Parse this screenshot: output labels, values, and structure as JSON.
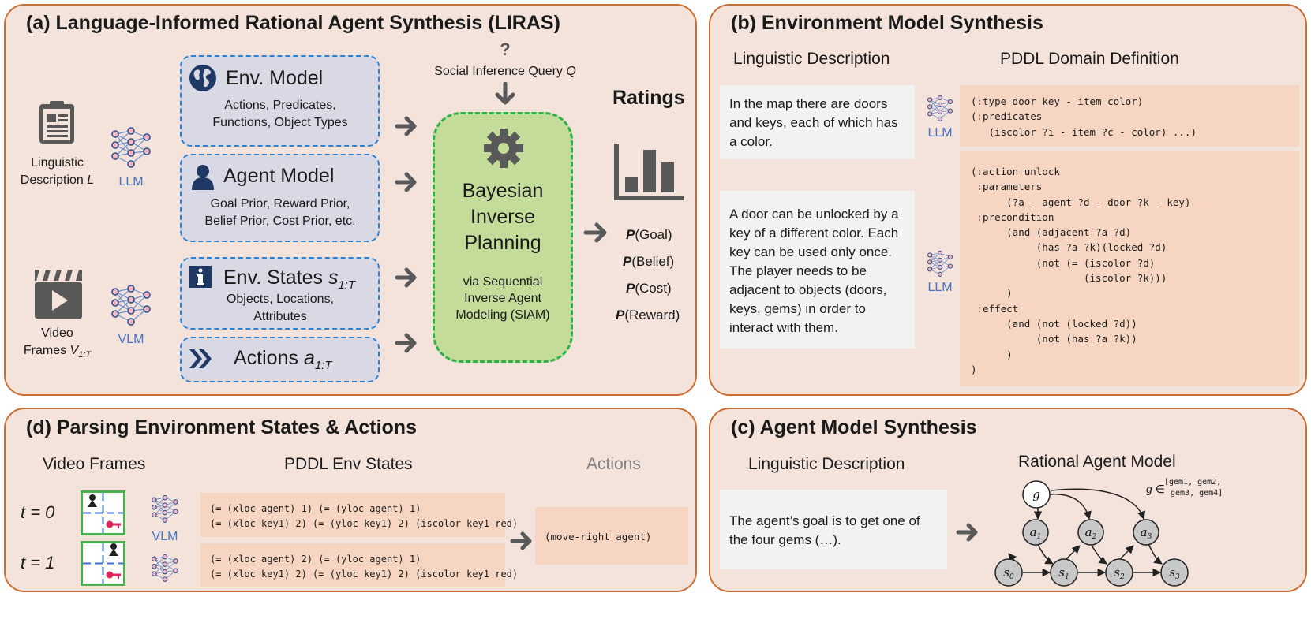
{
  "panels": {
    "a": {
      "title": "(a) Language-Informed Rational Agent Synthesis (LIRAS)",
      "linguistic_label": "Linguistic",
      "linguistic_label2": "Description L",
      "video_label": "Video",
      "video_label2": "Frames V1:T",
      "llm": "LLM",
      "vlm": "VLM",
      "env_model": {
        "title": "Env. Model",
        "line1": "Actions, Predicates,",
        "line2": "Functions, Object Types"
      },
      "agent_model": {
        "title": "Agent Model",
        "line1": "Goal Prior, Reward Prior,",
        "line2": "Belief Prior, Cost Prior, etc."
      },
      "env_states": {
        "title": "Env. States s1:T",
        "line1": "Objects, Locations,",
        "line2": "Attributes"
      },
      "actions": {
        "title": "Actions a1:T"
      },
      "query_mark": "?",
      "query": "Social Inference Query Q",
      "bip": {
        "l1": "Bayesian",
        "l2": "Inverse",
        "l3": "Planning",
        "s1": "via Sequential",
        "s2": "Inverse Agent",
        "s3": "Modeling (SIAM)"
      },
      "ratings_title": "Ratings",
      "ratings": [
        "P(Goal)",
        "P(Belief)",
        "P(Cost)",
        "P(Reward)"
      ]
    },
    "b": {
      "title": "(b) Environment Model Synthesis",
      "col1": "Linguistic Description",
      "col2": "PDDL Domain Definition",
      "text1": "In the map there are doors and keys, each of which has a color.",
      "text2": "A door can be unlocked by a key of a different color. Each key can be used only once. The player needs to be adjacent to objects (doors, keys, gems) in order to interact with them.",
      "llm": "LLM",
      "code1": "(:type door key - item color)\n(:predicates\n   (iscolor ?i - item ?c - color) ...)",
      "code2": "(:action unlock\n :parameters\n      (?a - agent ?d - door ?k - key)\n :precondition\n      (and (adjacent ?a ?d)\n           (has ?a ?k)(locked ?d)\n           (not (= (iscolor ?d)\n                   (iscolor ?k)))\n      )\n :effect\n      (and (not (locked ?d))\n           (not (has ?a ?k))\n      )\n)"
    },
    "c": {
      "title": "(c) Agent Model Synthesis",
      "col1": "Linguistic Description",
      "col2": "Rational Agent Model",
      "text": "The agent’s goal is to get one of the four gems (…).",
      "g_set_label": "g ∈",
      "g_set": "[gem1, gem2,",
      "g_set2": "gem3, gem4]",
      "nodes": {
        "g": "g",
        "a1": "a1",
        "a2": "a2",
        "a3": "a3",
        "s0": "s0",
        "s1": "s1",
        "s2": "s2",
        "s3": "s3"
      }
    },
    "d": {
      "title": "(d) Parsing Environment States & Actions",
      "col1": "Video Frames",
      "col2": "PDDL Env States",
      "col3": "Actions",
      "t0": "t = 0",
      "t1": "t = 1",
      "vlm": "VLM",
      "state0": "(= (xloc agent) 1) (= (yloc agent) 1)\n(= (xloc key1) 2) (= (yloc key1) 2) (iscolor key1 red)",
      "state1": "(= (xloc agent) 2) (= (yloc agent) 1)\n(= (xloc key1) 2) (= (yloc key1) 2) (iscolor key1 red)",
      "action": "(move-right agent)"
    }
  },
  "colors": {
    "panel_bg": "#f4e3da",
    "panel_border": "#c96f35",
    "dash_blue": "#2f7fcf",
    "green": "#c3dc9a",
    "icon_gray": "#595959",
    "label_blue": "#4472c4"
  }
}
